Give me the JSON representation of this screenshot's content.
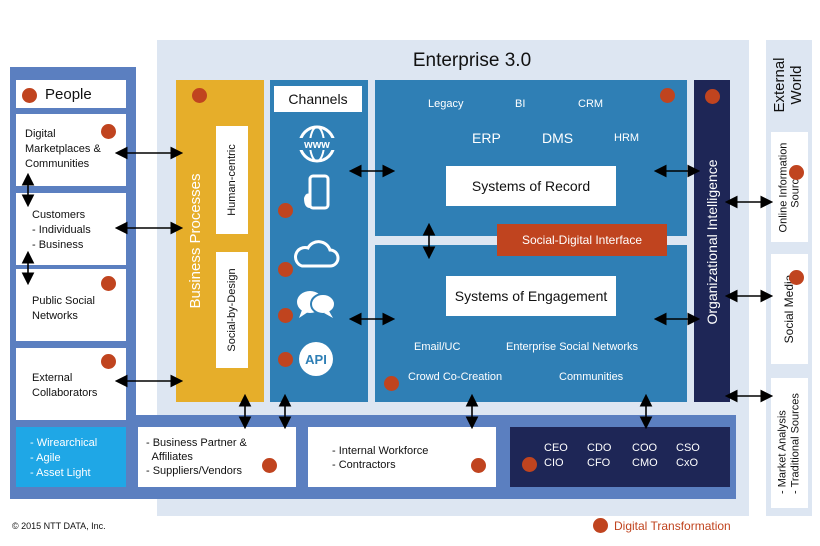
{
  "enterprise_title": "Enterprise 3.0",
  "external_world": {
    "title_line1": "External",
    "title_line2": "World",
    "online_info": "Online Information Sources",
    "social_media": "Social Media",
    "market_analysis": "- Market Analysis\n- Traditional Sources"
  },
  "people": {
    "title": "People",
    "digital_marketplaces": "Digital\nMarketplaces &\nCommunities",
    "customers": "Customers\n- Individuals\n- Business",
    "public_social": "Public Social\nNetworks",
    "external_collaborators": "External\nCollaborators",
    "wirearchical": "- Wirearchical\n- Agile\n- Asset Light"
  },
  "business_processes": {
    "title": "Business Processes",
    "human_centric": "Human-centric",
    "social_by_design": "Social-by-Design"
  },
  "channels": {
    "title": "Channels",
    "icons": [
      "globe-www-icon",
      "smartphone-icon",
      "cloud-icon",
      "chat-bubbles-icon",
      "api-icon"
    ],
    "api_label": "API",
    "www_label": "www"
  },
  "systems": {
    "legacy": "Legacy",
    "bi": "BI",
    "crm": "CRM",
    "erp": "ERP",
    "dms": "DMS",
    "hrm": "HRM",
    "record": "Systems of Record",
    "interface": "Social-Digital Interface",
    "engagement": "Systems of Engagement",
    "email": "Email/UC",
    "esn": "Enterprise Social Networks",
    "crowd": "Crowd Co-Creation",
    "communities": "Communities"
  },
  "org_intel": "Organizational Intelligence",
  "bottom": {
    "partners": "- Business Partner &\n  Affiliates\n- Suppliers/Vendors",
    "workforce": "- Internal Workforce\n- Contractors",
    "execs_row1": [
      "CEO",
      "CDO",
      "COO",
      "CSO"
    ],
    "execs_row2": [
      "CIO",
      "CFO",
      "CMO",
      "CxO"
    ]
  },
  "copyright": "© 2015 NTT DATA, Inc.",
  "legend": "Digital Transformation",
  "colors": {
    "enterprise_bg": "#dde6f2",
    "dark_blue": "#5b7fc0",
    "teal": "#2f7fb5",
    "yellow": "#e6ae2a",
    "navy": "#1e2656",
    "red": "#c0441f",
    "light_blue": "#1fa7e6",
    "ext_bg": "#dde6f2"
  }
}
